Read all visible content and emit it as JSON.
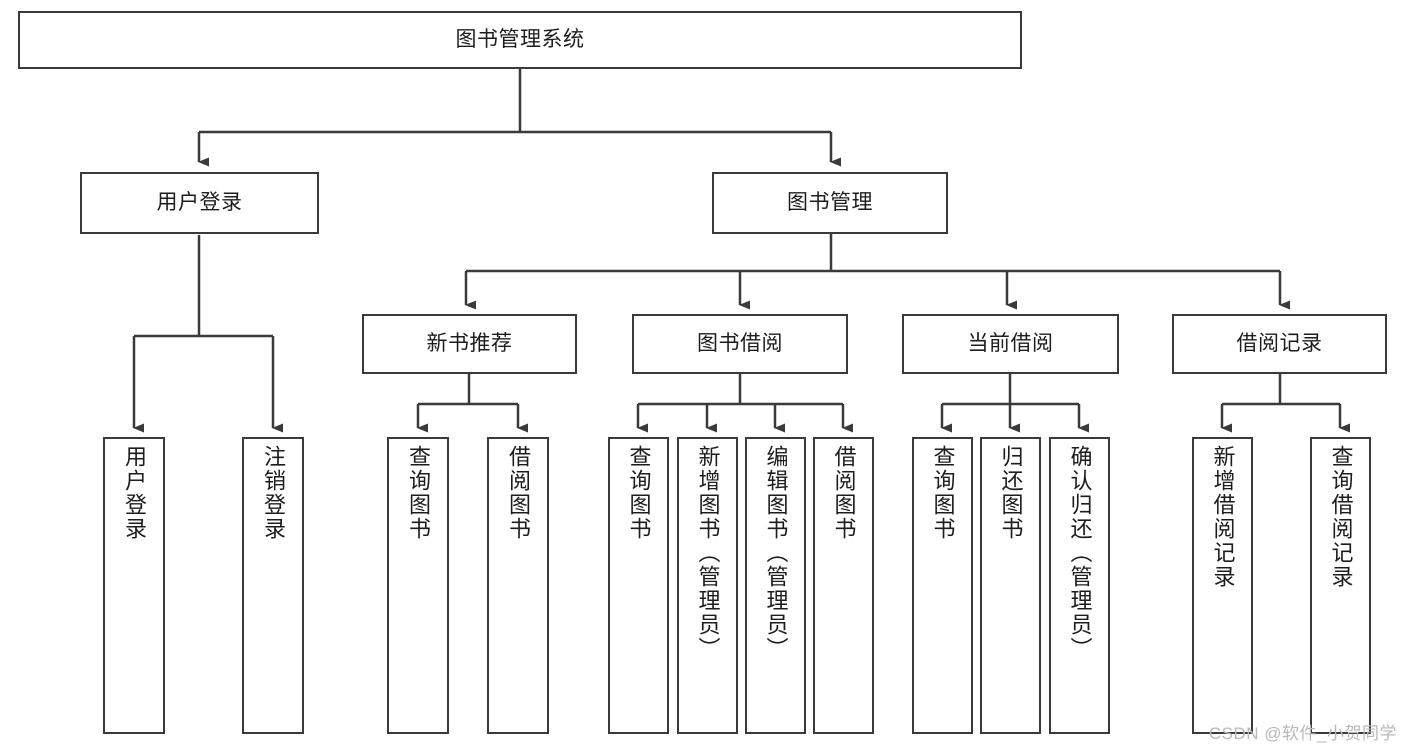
{
  "diagram": {
    "title": "图书管理系统",
    "type": "tree-structure-chart",
    "line_color": "#3a3a3a",
    "box_fill": "#ffffff",
    "text_color": "#1d1d1d"
  },
  "nodes": {
    "root": {
      "label": "图书管理系统"
    },
    "level1": [
      {
        "label": "用户登录"
      },
      {
        "label": "图书管理"
      }
    ],
    "level2": [
      {
        "label": "新书推荐"
      },
      {
        "label": "图书借阅"
      },
      {
        "label": "当前借阅"
      },
      {
        "label": "借阅记录"
      }
    ],
    "leaves_user_login": [
      {
        "label": "用户登录"
      },
      {
        "label": "注销登录"
      }
    ],
    "leaves_new_book": [
      {
        "label": "查询图书"
      },
      {
        "label": "借阅图书"
      }
    ],
    "leaves_book_borrow": [
      {
        "label": "查询图书"
      },
      {
        "label": "新增图书（管理员）"
      },
      {
        "label": "编辑图书（管理员）"
      },
      {
        "label": "借阅图书"
      }
    ],
    "leaves_current_borrow": [
      {
        "label": "查询图书"
      },
      {
        "label": "归还图书"
      },
      {
        "label": "确认归还（管理员）"
      }
    ],
    "leaves_borrow_record": [
      {
        "label": "新增借阅记录"
      },
      {
        "label": "查询借阅记录"
      }
    ]
  },
  "watermark": {
    "text": "CSDN @软件_小贺同学"
  }
}
